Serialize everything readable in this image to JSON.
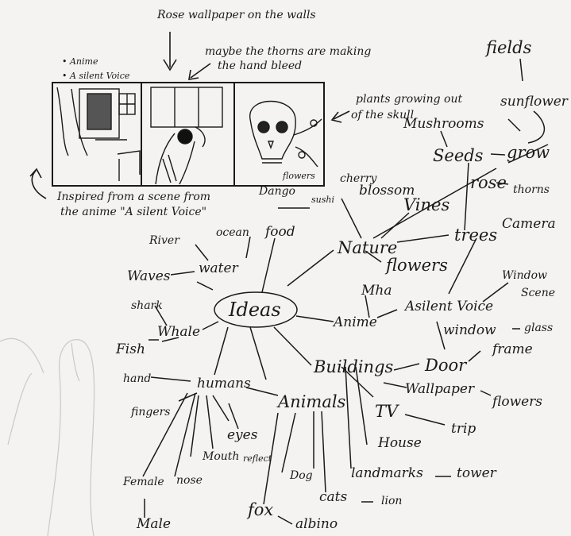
{
  "notes": {
    "top_wallpaper": "Rose wallpaper on the walls",
    "thorns_note_line1": "maybe the thorns are making",
    "thorns_note_line2": "the hand bleed",
    "anime_bullet": "• Anime",
    "silent_voice_bullet": "• A silent Voice",
    "plants_line1": "plants growing out",
    "plants_line2": "of the skull",
    "flowers_caption": "flowers",
    "inspired_line1": "Inspired from a scene from",
    "inspired_line2": "the anime \"A silent Voice\""
  },
  "mindmap": {
    "center": "Ideas",
    "words": {
      "fields": "fields",
      "sunflower": "sunflower",
      "mushrooms": "Mushrooms",
      "seeds": "Seeds",
      "grow": "grow",
      "rose": "rose",
      "thorns": "thorns",
      "camera": "Camera",
      "cherry": "cherry",
      "blossom": "blossom",
      "vines": "Vines",
      "dango": "Dango",
      "sushi": "sushi",
      "food": "food",
      "nature": "Nature",
      "trees": "trees",
      "flowers_n": "flowers",
      "window_scene1": "Window",
      "window_scene2": "Scene",
      "river": "River",
      "ocean": "ocean",
      "water": "water",
      "waves": "Waves",
      "mha": "Mha",
      "silent_voice": "Asilent Voice",
      "anime": "Anime",
      "shark": "shark",
      "whale": "Whale",
      "window": "window",
      "glass": "glass",
      "frame": "frame",
      "fish": "Fish",
      "buildings": "Buildings",
      "door": "Door",
      "hand": "hand",
      "humans": "humans",
      "wallpaper": "Wallpaper",
      "flowers_b": "flowers",
      "fingers": "fingers",
      "animals": "Animals",
      "tv": "TV",
      "trip": "trip",
      "eyes": "eyes",
      "house": "House",
      "mouth": "Mouth",
      "reflect": "reflect",
      "female": "Female",
      "nose": "nose",
      "dog": "Dog",
      "landmarks": "landmarks",
      "tower": "tower",
      "cats": "cats",
      "lion": "lion",
      "fox": "fox",
      "male": "Male",
      "albino": "albino"
    }
  },
  "colors": {
    "paper": "#f4f3f1",
    "ink": "#1a1a1a",
    "pencil": "#bdbdbd"
  }
}
